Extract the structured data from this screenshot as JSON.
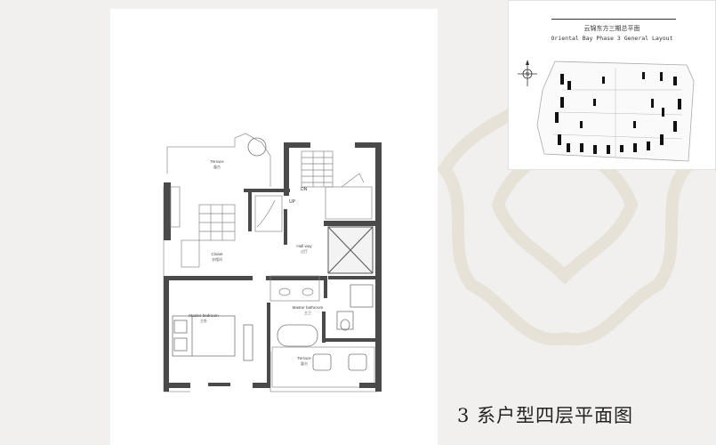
{
  "sitePlan": {
    "titleCn": "云锦东方三期总平面",
    "titleEn": "Oriental Bay Phase 3 General Layout",
    "northLabel": "N"
  },
  "floorplan": {
    "rooms": [
      {
        "id": "terrace-top",
        "en": "Terrace",
        "cn": "露台"
      },
      {
        "id": "closet",
        "en": "Closet",
        "cn": "衣帽间"
      },
      {
        "id": "hallway",
        "en": "Hall way",
        "cn": "过厅"
      },
      {
        "id": "master-bedroom",
        "en": "Master bedroom",
        "cn": "主卧"
      },
      {
        "id": "master-bathroom",
        "en": "Master bathroom",
        "cn": "主卫"
      },
      {
        "id": "terrace-bottom",
        "en": "Terrace",
        "cn": "露台"
      }
    ],
    "stairs": {
      "down": "DN",
      "up": "UP"
    }
  },
  "caption": "3 系户型四层平面图",
  "colors": {
    "wall": "#4a4a4a",
    "line": "#8a8a8a",
    "watermark": "#e4ddd0"
  }
}
